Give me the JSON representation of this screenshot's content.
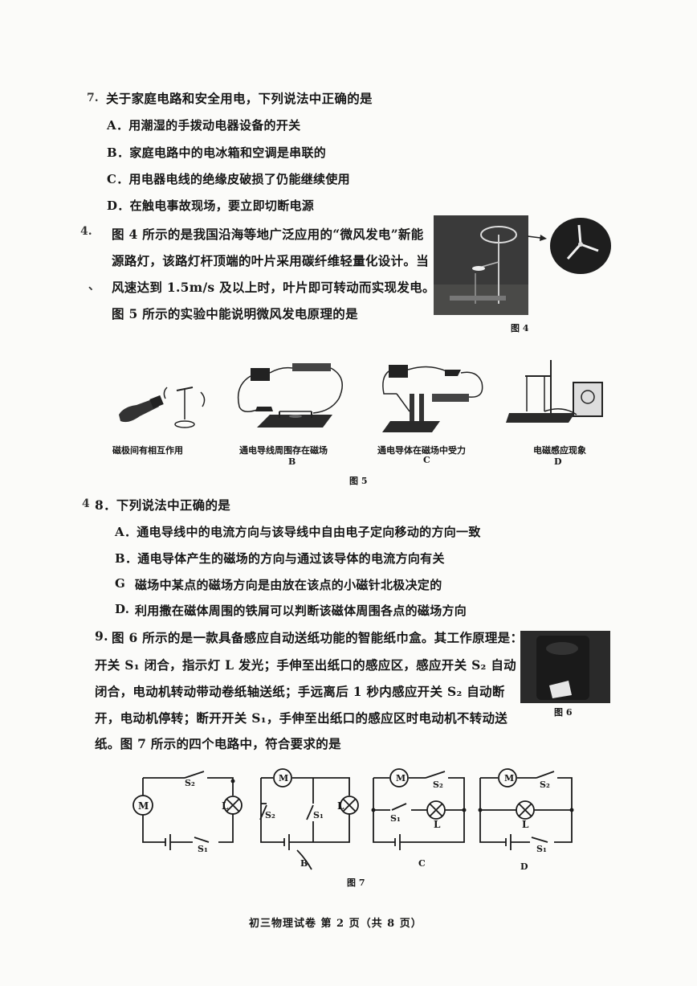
{
  "q7": {
    "mark": "7.",
    "stem": "关于家庭电路和安全用电，下列说法中正确的是",
    "options": [
      "A．用潮湿的手拨动电器设备的开关",
      "B．家庭电路中的电冰箱和空调是串联的",
      "C．用电器电线的绝缘皮破损了仍能继续使用",
      "D．在触电事故现场，要立即切断电源"
    ]
  },
  "q_wind": {
    "marks": [
      "4.",
      "、"
    ],
    "lines": [
      "图 4 所示的是我国沿海等地广泛应用的“微风发电”新能",
      "源路灯，该路灯杆顶端的叶片采用碳纤维轻量化设计。当",
      "风速达到 1.5m/s 及以上时，叶片即可转动而实现发电。",
      "图 5 所示的实验中能说明微风发电原理的是"
    ],
    "fig4_label": "图 4",
    "fig5_captions": [
      "磁极间有相互作用",
      "通电导线周围存在磁场",
      "通电导体在磁场中受力",
      "电磁感应现象"
    ],
    "fig5_letters": [
      "B",
      "C",
      "D"
    ],
    "fig5_label": "图 5"
  },
  "q8": {
    "mark": "4",
    "stem": "8．下列说法中正确的是",
    "options": [
      "A．通电导线中的电流方向与该导线中自由电子定向移动的方向一致",
      "B．通电导体产生的磁场的方向与通过该导体的电流方向有关",
      "磁场中某点的磁场方向是由放在该点的小磁针北极决定的",
      "利用撒在磁体周围的铁屑可以判断该磁体周围各点的磁场方向"
    ],
    "option_marks": [
      "G",
      "D."
    ]
  },
  "q9": {
    "number": "9.",
    "lines": [
      "图 6 所示的是一款具备感应自动送纸功能的智能纸巾盒。其工作原理是：",
      "开关 S₁ 闭合，指示灯 L 发光；手伸至出纸口的感应区，感应开关 S₂ 自动",
      "闭合，电动机转动带动卷纸轴送纸；手远离后 1 秒内感应开关 S₂ 自动断",
      "开，电动机停转；断开开关 S₁，手伸至出纸口的感应区时电动机不转动送",
      "纸。图 7 所示的四个电路中，符合要求的是"
    ],
    "fig6_label": "图 6",
    "fig7_label": "图 7",
    "circuit_letters": [
      "B",
      "C",
      "D"
    ],
    "symbols": {
      "motor": "M",
      "lamp": "L",
      "s1": "S₁",
      "s2": "S₂"
    }
  },
  "footer": "初三物理试卷   第 2 页（共 8 页）"
}
